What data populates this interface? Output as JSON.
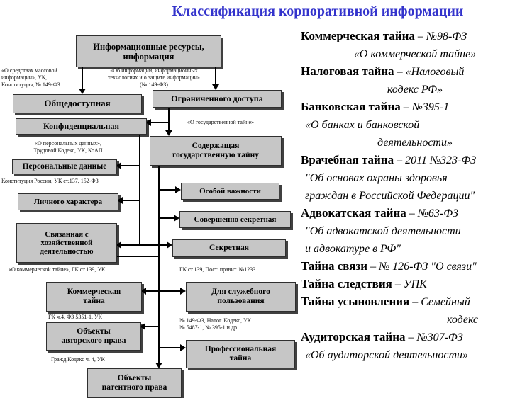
{
  "title": "Классификация корпоративной информации",
  "colors": {
    "title_text": "#3333cc",
    "box_fill": "#c6c6c6",
    "box_border": "#2f2f2f",
    "connector": "#000000",
    "background": "#ffffff"
  },
  "diagram": {
    "boxes": [
      {
        "id": "info-resources",
        "label": "Информационные ресурсы,\nинформация"
      },
      {
        "id": "public",
        "label": "Общедоступная"
      },
      {
        "id": "restricted-access",
        "label": "Ограниченного доступа"
      },
      {
        "id": "confidential",
        "label": "Конфиденциальная"
      },
      {
        "id": "personal-data",
        "label": "Персональные данные"
      },
      {
        "id": "personal-character",
        "label": "Личного характера"
      },
      {
        "id": "business-related",
        "label": "Связанная с\nхозяйственной\nдеятельностью"
      },
      {
        "id": "state-secret",
        "label": "Содержащая\nгосударственную тайну"
      },
      {
        "id": "special-importance",
        "label": "Особой важности"
      },
      {
        "id": "top-secret",
        "label": "Совершенно секретная"
      },
      {
        "id": "secret",
        "label": "Секретная"
      },
      {
        "id": "commercial-secret",
        "label": "Коммерческая\nтайна"
      },
      {
        "id": "copyright-objects",
        "label": "Объекты\nавторского права"
      },
      {
        "id": "official-use",
        "label": "Для служебного\nпользования"
      },
      {
        "id": "professional-secret",
        "label": "Профессиональная\nтайна"
      },
      {
        "id": "patent-objects",
        "label": "Объекты\nпатентного права"
      }
    ],
    "annotations": [
      {
        "id": "mass-media-law",
        "text": "«О средствах массовой\nинформации», УК,\nКонституция, № 149-ФЗ"
      },
      {
        "id": "information-law",
        "text": "«Об информации, информационных\nтехнологиях и о защите информации»\n(№ 149-ФЗ)"
      },
      {
        "id": "state-secret-law",
        "text": "«О государственной тайне»"
      },
      {
        "id": "personal-data-law",
        "text": "«О персональных данных»,\nТрудовой Кодекс, УК, КоАП"
      },
      {
        "id": "constitution-law",
        "text": "Конституция России, УК ст.137, 152-ФЗ"
      },
      {
        "id": "commercial-secret-law",
        "text": "«О коммерческой тайне», ГК ст.139, УК"
      },
      {
        "id": "copyright-law",
        "text": "ГК ч.4, ФЗ 5351-1, УК"
      },
      {
        "id": "civil-code-law",
        "text": "Гражд.Кодекс ч. 4, УК"
      },
      {
        "id": "official-use-law",
        "text": "ГК ст.139, Пост. правит. №1233"
      },
      {
        "id": "professional-law",
        "text": "№ 149-ФЗ, Налог. Кодекс, УК\n№ 5487-1,  № 395-1 и др."
      }
    ]
  },
  "legend": {
    "lines": [
      {
        "term": "Коммерческая тайна",
        "law": " – №98-ФЗ"
      },
      {
        "term": "",
        "law": "«О коммерческой тайне»"
      },
      {
        "term": "Налоговая тайна",
        "law": " – «Налоговый"
      },
      {
        "term": "",
        "law": "кодекс РФ»"
      },
      {
        "term": "Банковская тайна",
        "law": " – №395-1"
      },
      {
        "term": "",
        "law": "«О банках и банковской"
      },
      {
        "term": "",
        "law": "деятельности»"
      },
      {
        "term": "Врачебная тайна",
        "law": " – 2011 №323-ФЗ"
      },
      {
        "term": "",
        "law": "\"Об основах охраны здоровья"
      },
      {
        "term": "",
        "law": "граждан в Российской Федерации\""
      },
      {
        "term": "Адвокатская тайна",
        "law": " –  №63-ФЗ"
      },
      {
        "term": "",
        "law": "\"Об адвокатской деятельности"
      },
      {
        "term": "",
        "law": "и адвокатуре в РФ\""
      },
      {
        "term": "Тайна связи",
        "law": " –  № 126-ФЗ \"О связи\""
      },
      {
        "term": "Тайна следствия",
        "law": " – УПК"
      },
      {
        "term": "Тайна усыновления",
        "law": " – Семейный"
      },
      {
        "term": "",
        "law": "кодекс"
      },
      {
        "term": "Аудиторская тайна",
        "law": " – №307-ФЗ"
      },
      {
        "term": "",
        "law": "«Об аудиторской  деятельности»"
      }
    ]
  }
}
